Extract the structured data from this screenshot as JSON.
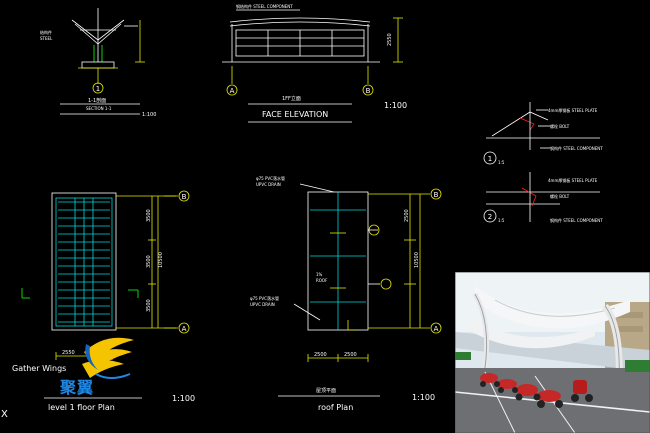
{
  "drawing": {
    "section_title": "1-1剖面",
    "section_subtitle": "SECTION 1-1",
    "section_scale": "1:100",
    "face_elevation_cn": "1FF立面",
    "face_elevation_title": "FACE ELEVATION",
    "face_elevation_scale": "1:100",
    "roof_plan_cn": "屋顶平面",
    "roof_plan_title": "roof Plan",
    "roof_plan_scale": "1:100",
    "level_plan_title": "level 1 floor Plan",
    "level_plan_scale": "1:100",
    "steel_component_note": "钢结构件 STEEL COMPONENT",
    "detail1_label": "1",
    "detail2_label": "2",
    "detail_scale": "1:5",
    "detail_notes": [
      "4mm厚钢板 STEEL PLATE",
      "螺栓 BOLT",
      "钢构件 STEEL COMPONENT"
    ],
    "pipe_notes": [
      "φ75 PVC落水管",
      "UPVC DRAIN"
    ],
    "roof_label_cn": "1%",
    "roof_label_en": "ROOF",
    "grid_A": "A",
    "grid_B": "B",
    "grid_1": "1",
    "grid_2": "2",
    "dims": {
      "d2550": "2550",
      "d2500": "2500",
      "d3500a": "3500",
      "d3500b": "3500",
      "d10500": "10500",
      "d3500c": "3500",
      "d2500b": "2500",
      "d2500c": "2500"
    }
  },
  "logo": {
    "english": "Gather Wings",
    "chinese": "聚翼"
  },
  "photo": {
    "description_icon": "carport-photo-icon"
  },
  "corner_mark": "X"
}
